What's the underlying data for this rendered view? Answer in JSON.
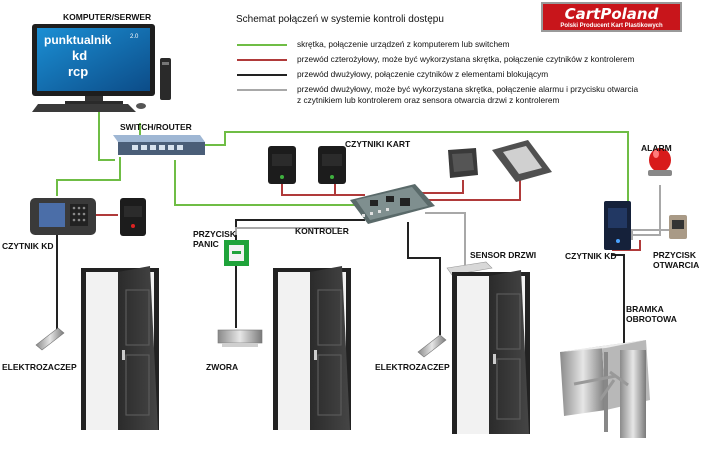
{
  "title": "Schemat połączeń w systemie kontroli dostępu",
  "logo": {
    "main": "CartPoland",
    "sub": "Polski Producent Kart Plastikowych"
  },
  "legend": [
    {
      "color": "#6fbd45",
      "text": "skrętka, połączenie urządzeń z komputerem lub switchem"
    },
    {
      "color": "#b03a3a",
      "text": "przewód czterożyłowy, może być wykorzystana skrętka, połączenie czytników z kontrolerem"
    },
    {
      "color": "#222222",
      "text": "przewód dwużyłowy, połączenie czytników z elementami blokującym"
    },
    {
      "color": "#a8a8a8",
      "text": "przewód dwużyłowy, może być wykorzystana skrętka, połączenie alarmu i przycisku otwarcia",
      "text2": "z czytnikiem lub kontrolerem oraz sensora otwarcia drzwi z kontrolerem"
    }
  ],
  "screen": {
    "line1": "punktualnik",
    "ver": "2.0",
    "line2": "kd",
    "line3": "rcp"
  },
  "labels": {
    "computer": "KOMPUTER/SERWER",
    "switch": "SWITCH/ROUTER",
    "readers": "CZYTNIKI KART",
    "reader_kd_left": "CZYTNIK KD",
    "panic": "PRZYCISK\nPANIC",
    "controller": "KONTROLER",
    "sensor": "SENSOR DRZWI",
    "alarm": "ALARM",
    "reader_kd_right": "CZYTNIK KD",
    "exit_button": "PRZYCISK\nOTWARCIA",
    "turnstile": "BRAMKA\nOBROTOWA",
    "strike_left": "ELEKTROZACZEP",
    "magnet": "ZWORA",
    "strike_mid": "ELEKTROZACZEP"
  },
  "colors": {
    "green": "#6fbd45",
    "red": "#b03a3a",
    "black": "#222222",
    "gray": "#a8a8a8",
    "brand": "#c8151b"
  }
}
